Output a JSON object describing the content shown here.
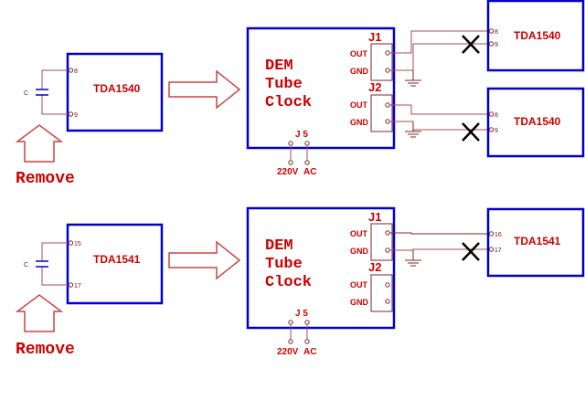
{
  "colors": {
    "box": "#0000cc",
    "text": "#cc0000",
    "wire": "#a05050",
    "dark_wire": "#7a2a2a",
    "arrow": "#cc4444",
    "cross": "#000000"
  },
  "panels": [
    {
      "source": {
        "chip": "TDA1540",
        "pin_a": "8",
        "pin_b": "9",
        "cap": "C"
      },
      "clock": {
        "line1": "DEM",
        "line2": "Tube",
        "line3": "Clock",
        "j1": "J1",
        "j2": "J2",
        "out1": "OUT",
        "gnd1": "GND",
        "out2": "OUT",
        "gnd2": "GND",
        "j5": "J 5",
        "v220": "220V",
        "ac": "AC"
      },
      "targets": [
        {
          "chip": "TDA1540",
          "pin_a": "8",
          "pin_b": "9"
        },
        {
          "chip": "TDA1540",
          "pin_a": "8",
          "pin_b": "9"
        }
      ],
      "remove": "Remove"
    },
    {
      "source": {
        "chip": "TDA1541",
        "pin_a": "15",
        "pin_b": "17",
        "cap": "C"
      },
      "clock": {
        "line1": "DEM",
        "line2": "Tube",
        "line3": "Clock",
        "j1": "J1",
        "j2": "J2",
        "out1": "OUT",
        "gnd1": "GND",
        "out2": "OUT",
        "gnd2": "GND",
        "j5": "J 5",
        "v220": "220V",
        "ac": "AC"
      },
      "targets": [
        {
          "chip": "TDA1541",
          "pin_a": "16",
          "pin_b": "17"
        }
      ],
      "remove": "Remove"
    }
  ]
}
